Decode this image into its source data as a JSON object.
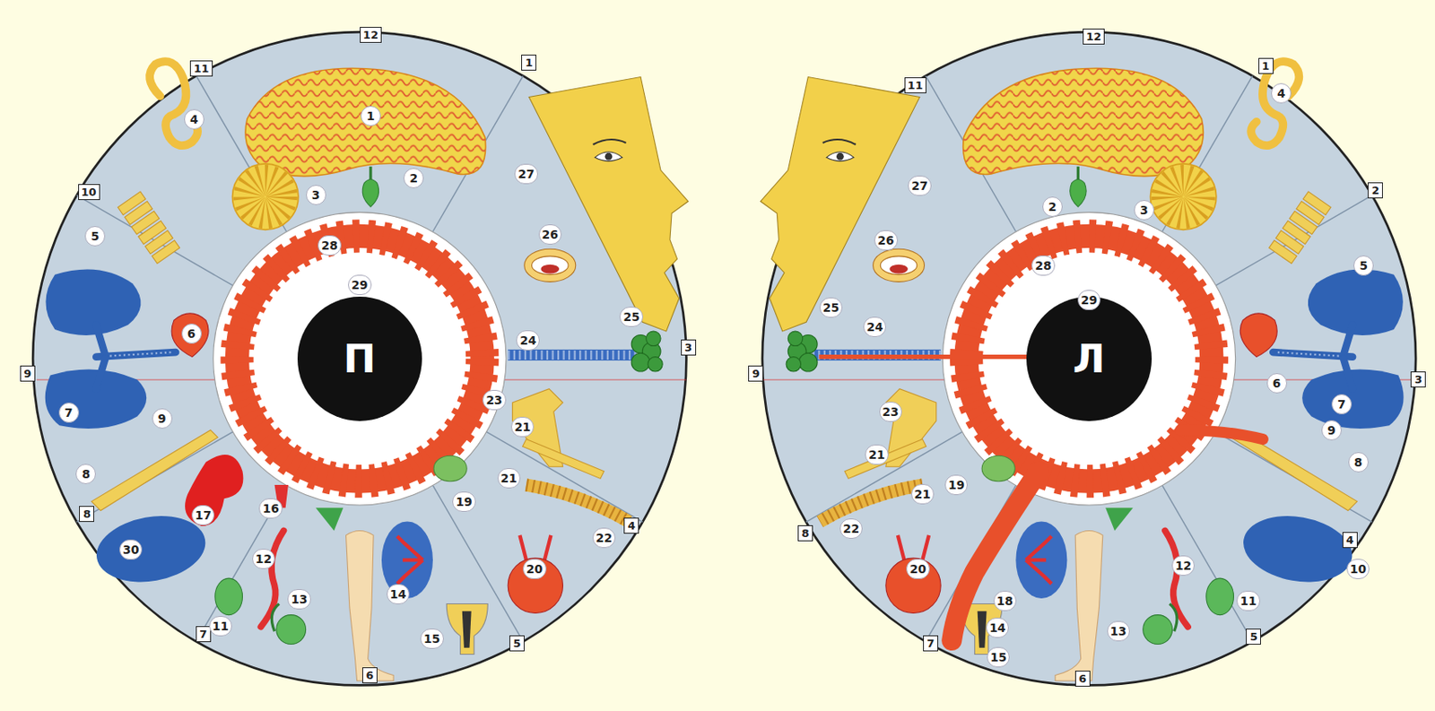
{
  "diagram": {
    "nodes": [
      {
        "text": [
          "П"
        ]
      },
      {
        "text": [
          "Л"
        ]
      }
    ],
    "labels": [
      "12",
      "1",
      "3",
      "4",
      "5",
      "6",
      "7",
      "8",
      "9",
      "10",
      "11",
      "1",
      "2",
      "3",
      "4",
      "5",
      "6",
      "7",
      "8",
      "9",
      "11",
      "12",
      "13",
      "14",
      "15",
      "16",
      "17",
      "19",
      "20",
      "21",
      "21",
      "22",
      "23",
      "24",
      "25",
      "26",
      "27",
      "28",
      "29",
      "30",
      "12",
      "1",
      "2",
      "3",
      "4",
      "5",
      "6",
      "7",
      "8",
      "9",
      "11",
      "2",
      "3",
      "4",
      "5",
      "6",
      "7",
      "8",
      "9",
      "10",
      "11",
      "12",
      "13",
      "14",
      "15",
      "18",
      "19",
      "20",
      "21",
      "21",
      "22",
      "23",
      "24",
      "25",
      "26",
      "27",
      "28",
      "29"
    ]
  }
}
